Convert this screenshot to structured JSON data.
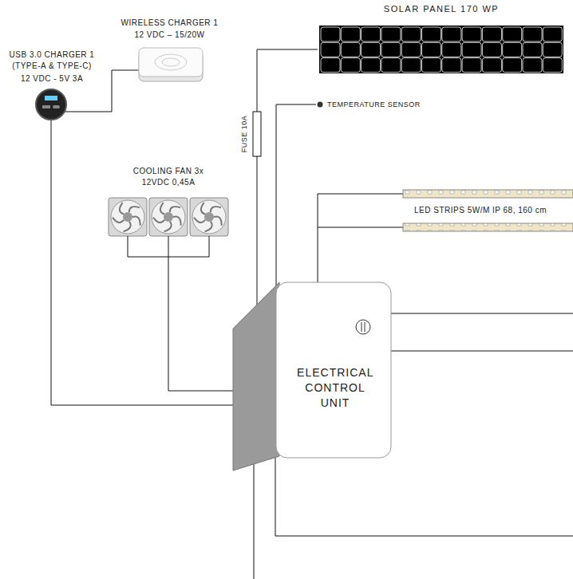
{
  "diagram": {
    "nodes": [
      {
        "text": [
          "SOLAR PANEL 170 WP"
        ]
      },
      {
        "text": [
          "WIRELESS CHARGER 1",
          "12 VDC – 15/20W"
        ]
      },
      {
        "text": [
          "USB 3.0 CHARGER 1 (TYPE-A & TYPE-C)",
          "12 VDC - 5V 3A"
        ]
      },
      {
        "text": [
          "TEMPERATURE SENSOR"
        ]
      },
      {
        "text": [
          "COOLING FAN 3x 12VDC 0,45A"
        ]
      },
      {
        "text": [
          "LED STRIPS 5W/M IP 68, 160 cm"
        ]
      },
      {
        "text": [
          "ELECTRICAL CONTROL UNIT"
        ]
      }
    ],
    "edges": [
      {
        "from": 1,
        "to": 2,
        "arrow": "none"
      },
      {
        "from": 2,
        "to": 6,
        "arrow": "none"
      },
      {
        "from": 0,
        "to": 6,
        "label": "FUSE 10A",
        "arrow": "none"
      },
      {
        "from": 3,
        "to": 6,
        "arrow": "none"
      },
      {
        "from": 4,
        "to": 6,
        "arrow": "none"
      },
      {
        "from": 5,
        "to": 6,
        "arrow": "none"
      }
    ]
  }
}
